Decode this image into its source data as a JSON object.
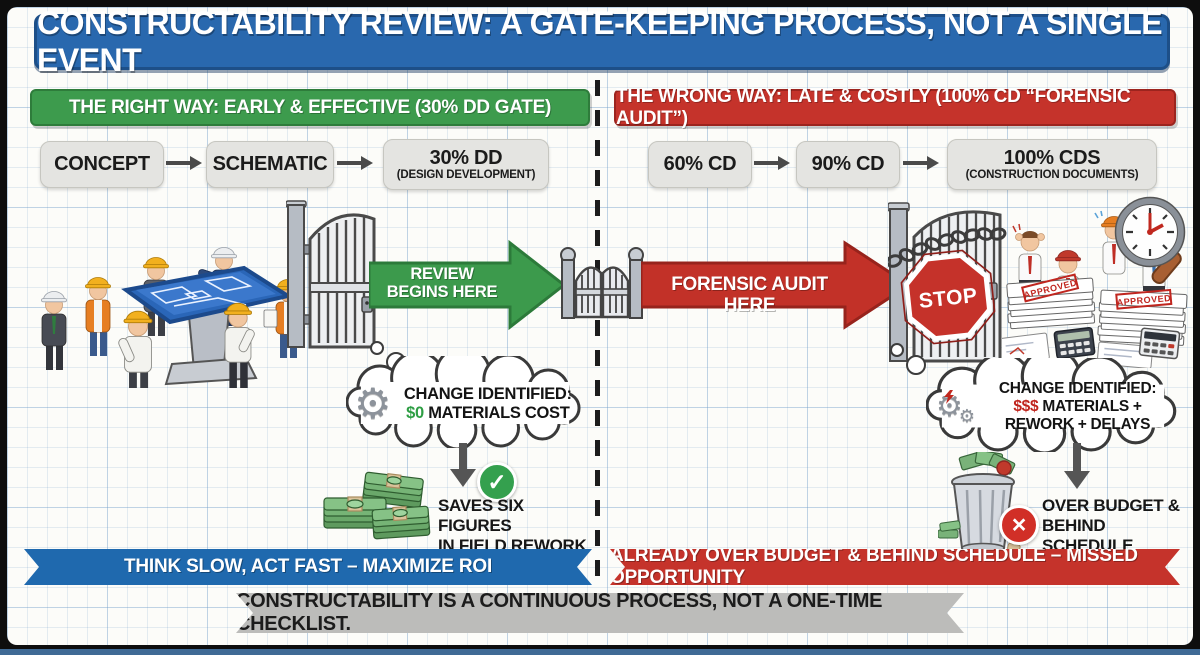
{
  "title": "CONSTRUCTABILITY REVIEW: A GATE-KEEPING PROCESS, NOT A SINGLE EVENT",
  "footer": "CONSTRUCTABILITY IS A CONTINUOUS PROCESS, NOT A ONE-TIME CHECKLIST.",
  "icons": {
    "gear": "⚙",
    "check": "✓",
    "cross": "×"
  },
  "colors": {
    "banner_blue": "#2968ae",
    "way_green": "#3d9b4d",
    "way_red": "#c5332b",
    "amount_green": "#2e9e44",
    "amount_red": "#c0241d"
  },
  "left": {
    "header": "THE RIGHT WAY: EARLY & EFFECTIVE (30% DD GATE)",
    "flow": [
      {
        "label": "CONCEPT",
        "sublabel": ""
      },
      {
        "label": "SCHEMATIC",
        "sublabel": ""
      },
      {
        "label": "30% DD",
        "sublabel": "(DESIGN DEVELOPMENT)"
      }
    ],
    "arrow": {
      "line1": "REVIEW",
      "line2": "BEGINS HERE"
    },
    "cloud": {
      "heading": "CHANGE IDENTIFIED:",
      "amount": "$0",
      "detail": "MATERIALS COST"
    },
    "outcome": {
      "line1": "SAVES SIX FIGURES",
      "line2": "IN FIELD REWORK"
    },
    "ribbon": "THINK SLOW, ACT FAST – MAXIMIZE ROI"
  },
  "right": {
    "header": "THE WRONG WAY: LATE & COSTLY (100% CD “FORENSIC AUDIT”)",
    "flow": [
      {
        "label": "60% CD",
        "sublabel": ""
      },
      {
        "label": "90% CD",
        "sublabel": ""
      },
      {
        "label": "100% CDS",
        "sublabel": "(CONSTRUCTION DOCUMENTS)"
      }
    ],
    "arrow": {
      "line1": "FORENSIC AUDIT HERE"
    },
    "stop": "STOP",
    "stamp": "APPROVED",
    "cloud": {
      "heading": "CHANGE IDENTIFIED:",
      "amount": "$$$",
      "detail": "MATERIALS + REWORK + DELAYS"
    },
    "outcome": {
      "line1": "OVER BUDGET &",
      "line2": "BEHIND SCHEDULE"
    },
    "ribbon": "ALREADY OVER BUDGET & BEHIND SCHEDULE – MISSED OPPORTUNITY"
  }
}
